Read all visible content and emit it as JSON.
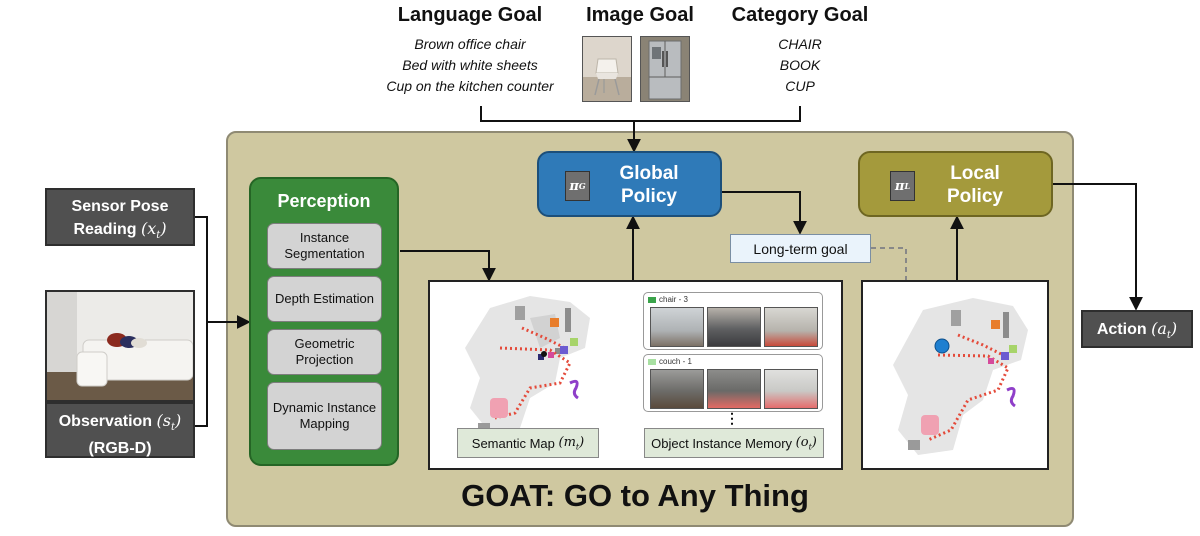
{
  "goals": {
    "language": {
      "title": "Language Goal",
      "items": [
        "Brown office chair",
        "Bed with white sheets",
        "Cup on the kitchen counter"
      ]
    },
    "image": {
      "title": "Image Goal"
    },
    "category": {
      "title": "Category Goal",
      "items": [
        "CHAIR",
        "BOOK",
        "CUP"
      ]
    }
  },
  "inputs": {
    "sensor_pose": {
      "line1": "Sensor Pose",
      "line2": "Reading",
      "symbol": "(x",
      "sub": "t",
      "close": ")"
    },
    "observation": {
      "line1": "Observation",
      "symbol": "(s",
      "sub": "t",
      "close": ")",
      "line2": "(RGB-D)"
    }
  },
  "perception": {
    "title": "Perception",
    "modules": [
      "Instance Segmentation",
      "Depth Estimation",
      "Geometric Projection",
      "Dynamic Instance Mapping"
    ]
  },
  "global_policy": {
    "symbol": "π",
    "sub": "G",
    "line1": "Global",
    "line2": "Policy"
  },
  "local_policy": {
    "symbol": "π",
    "sub": "L",
    "line1": "Local",
    "line2": "Policy"
  },
  "long_term_goal": "Long-term goal",
  "semantic_map": {
    "label": "Semantic Map",
    "symbol": "(m",
    "sub": "t",
    "close": ")"
  },
  "instance_memory": {
    "label": "Object Instance Memory",
    "symbol": "(o",
    "sub": "t",
    "close": ")",
    "cards": [
      {
        "name": "chair - 3"
      },
      {
        "name": "couch - 1"
      }
    ],
    "ellipsis": "⋮"
  },
  "action": {
    "label": "Action",
    "symbol": "(a",
    "sub": "t",
    "close": ")"
  },
  "system_title": "GOAT: GO to Any Thing",
  "colors": {
    "panel": "#cfc8a0",
    "perception": "#3a8a3a",
    "global_policy": "#2f7ab8",
    "local_policy": "#a49a3c",
    "agent_dot": "#1e7fd0"
  }
}
